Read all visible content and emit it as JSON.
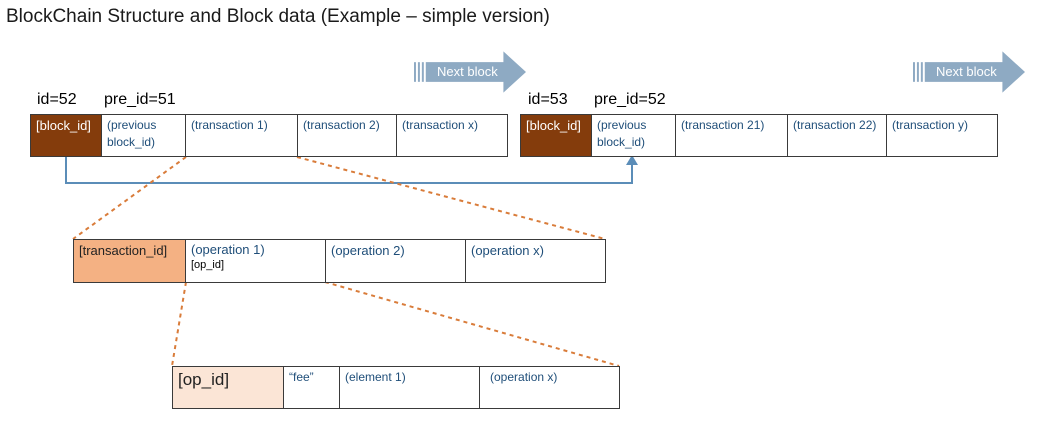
{
  "title": "BlockChain Structure and Block data (Example – simple version)",
  "next_block_label": "Next block",
  "block1": {
    "id_label": "id=52",
    "pre_id_label": "pre_id=51",
    "cells": [
      "[block_id]",
      "(previous block_id)",
      "(transaction 1)",
      "(transaction 2)",
      "(transaction x)"
    ]
  },
  "block2": {
    "id_label": "id=53",
    "pre_id_label": "pre_id=52",
    "cells": [
      "[block_id]",
      "(previous block_id)",
      "(transaction 21)",
      "(transaction 22)",
      "(transaction y)"
    ]
  },
  "transaction_row": {
    "cells": [
      "[transaction_id]",
      "(operation 1)",
      "(operation 2)",
      "(operation x)"
    ],
    "op_id_sub": "[op_id]"
  },
  "operation_row": {
    "cells": [
      "[op_id]",
      "“fee”",
      "(element 1)",
      "(operation x)"
    ]
  },
  "colors": {
    "block_id_fill": "#843c0c",
    "transaction_id_fill": "#f4b183",
    "op_id_fill": "#fbe5d6",
    "cell_text": "#1f4e79",
    "next_block_arrow": "#8eaac3",
    "link_arrow": "#5b8db8",
    "zoom_dash": "#d97c3a"
  }
}
